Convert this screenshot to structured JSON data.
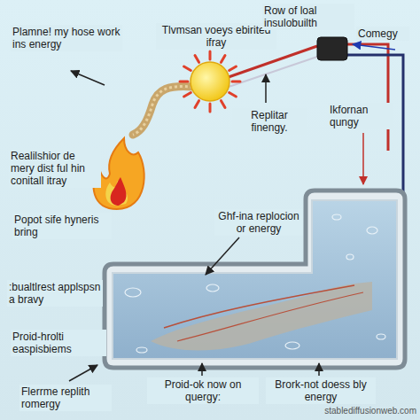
{
  "diagram": {
    "labels": [
      "Plamne! my hose work ins energy",
      "Tlvmsan voeys ebirited ifray",
      "Row of loal insulobuilth",
      "Comegy",
      "Replitar finengy.",
      "Ikfornan qungy",
      "Realilshior de mery dist ful hin conitall itray",
      "Popot sife hyneris bring",
      "Ghf-ina replocion or energy",
      ":bualtlrest applspsn a bravy",
      "Proid-hrolti easpisbiems",
      "Flerrme replith romergy",
      "Proid-ok now on quergy:",
      "Brork-not doess bly energy",
      "stablediffusionweb.com"
    ]
  }
}
